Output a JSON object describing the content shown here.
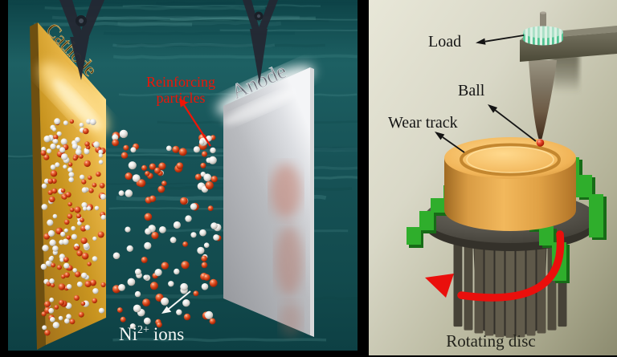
{
  "left_panel": {
    "labels": {
      "cathode": "Cathode",
      "anode": "Anode",
      "reinforcing_line1": "Reinforcing",
      "reinforcing_line2": "particles",
      "ni_base": "Ni",
      "ni_sup": "2+",
      "ni_rest": "ions"
    },
    "colors": {
      "water": "#155356",
      "cathode_gold": "#d9a335",
      "anode_silver": "#c9cacd",
      "label_red": "#ee1507",
      "label_white": "#f5f7f5",
      "particle_red": "#cd3a12",
      "particle_white": "#e9e7e3"
    },
    "particle_counts": {
      "deposited": 190,
      "in_solution": 120
    }
  },
  "right_panel": {
    "labels": {
      "load": "Load",
      "ball": "Ball",
      "wear_track": "Wear track",
      "rotating_disc": "Rotating disc"
    },
    "colors": {
      "background": "#d9d8c7",
      "disc_gold": "#f2b85c",
      "clamp_green": "#2fae2c",
      "arrow_red": "#ea0f0c",
      "ball_red": "#e5472a",
      "label_black": "#141414"
    }
  }
}
